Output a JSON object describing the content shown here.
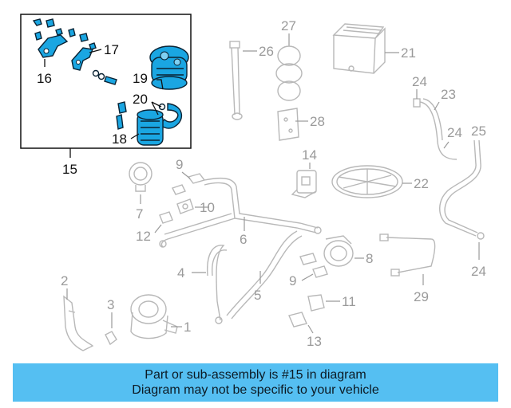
{
  "callouts": {
    "inset": {
      "c15": "15",
      "c16": "16",
      "c17": "17",
      "c18": "18",
      "c19": "19",
      "c20": "20"
    },
    "main": {
      "c1": "1",
      "c2": "2",
      "c3": "3",
      "c4": "4",
      "c5": "5",
      "c6": "6",
      "c7": "7",
      "c8": "8",
      "c9a": "9",
      "c9b": "9",
      "c10": "10",
      "c11": "11",
      "c12": "12",
      "c13": "13",
      "c14": "14",
      "c21": "21",
      "c22": "22",
      "c23": "23",
      "c24a": "24",
      "c24b": "24",
      "c24c": "24",
      "c25": "25",
      "c26": "26",
      "c27": "27",
      "c28": "28",
      "c29": "29"
    }
  },
  "banner": {
    "line1": "Part or sub-assembly is #15 in diagram",
    "line2": "Diagram may not be specific to your vehicle"
  },
  "colors": {
    "highlight": "#1aa6e2",
    "banner": "#55bff2",
    "lineart": "#b8b8b8"
  }
}
